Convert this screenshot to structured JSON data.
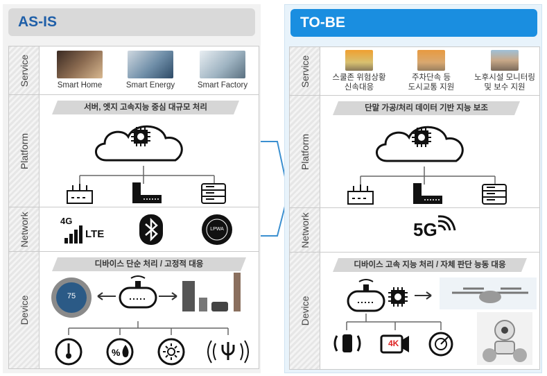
{
  "left": {
    "title": "AS-IS",
    "rows": {
      "service": "Service",
      "platform": "Platform",
      "network": "Network",
      "device": "Device"
    },
    "services": [
      {
        "label": "Smart Home",
        "icon": "smart-home-photo"
      },
      {
        "label": "Smart Energy",
        "icon": "smart-energy-photo"
      },
      {
        "label": "Smart Factory",
        "icon": "smart-factory-photo"
      }
    ],
    "platform_banner": "서버, 엣지 고속지능 중심 대규모 처리",
    "network": {
      "lte_gen": "4G",
      "lte_label": "LTE",
      "lpwa_label": "LPWA"
    },
    "device_banner": "디바이스 단순 처리 / 고정적 대응",
    "thermostat_value": "75"
  },
  "right": {
    "title": "TO-BE",
    "rows": {
      "service": "Service",
      "platform": "Platform",
      "network": "Network",
      "device": "Device"
    },
    "services": [
      {
        "line1": "스쿨존 위험상황",
        "line2": "신속대응",
        "icon": "school-zone-photo"
      },
      {
        "line1": "주차단속 등",
        "line2": "도시교통 지원",
        "icon": "parking-photo"
      },
      {
        "line1": "노후시설 모니터링",
        "line2": "및 보수 지원",
        "icon": "building-photo"
      }
    ],
    "platform_banner": "단말 가공/처리 데이터 기반 지능 보조",
    "network": {
      "label": "5G"
    },
    "device_banner": "디바이스 고속 지능 처리 / 자체 판단 능동 대응",
    "camera_badge": "4K"
  },
  "colors": {
    "accent": "#1a8ee0",
    "title_left": "#1f5fa8",
    "banner": "#d6d6d6"
  }
}
